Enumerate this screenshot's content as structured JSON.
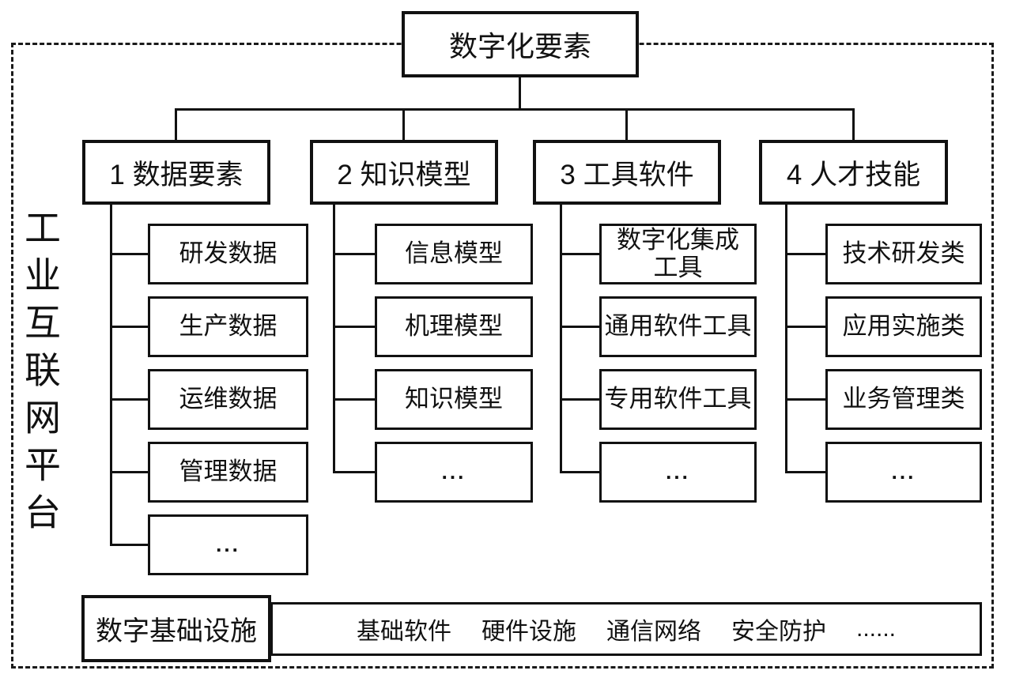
{
  "diagram": {
    "root": "数字化要素",
    "platform": "工业互联网平台",
    "branches": [
      {
        "label": "1 数据要素",
        "children": [
          "研发数据",
          "生产数据",
          "运维数据",
          "管理数据",
          "..."
        ]
      },
      {
        "label": "2 知识模型",
        "children": [
          "信息模型",
          "机理模型",
          "知识模型",
          "..."
        ]
      },
      {
        "label": "3 工具软件",
        "children": [
          "数字化集成\n工具",
          "通用软件工具",
          "专用软件工具",
          "..."
        ]
      },
      {
        "label": "4 人才技能",
        "children": [
          "技术研发类",
          "应用实施类",
          "业务管理类",
          "..."
        ]
      }
    ],
    "infrastructure": {
      "label": "数字基础设施",
      "items": [
        "基础软件",
        "硬件设施",
        "通信网络",
        "安全防护",
        "......"
      ]
    }
  }
}
